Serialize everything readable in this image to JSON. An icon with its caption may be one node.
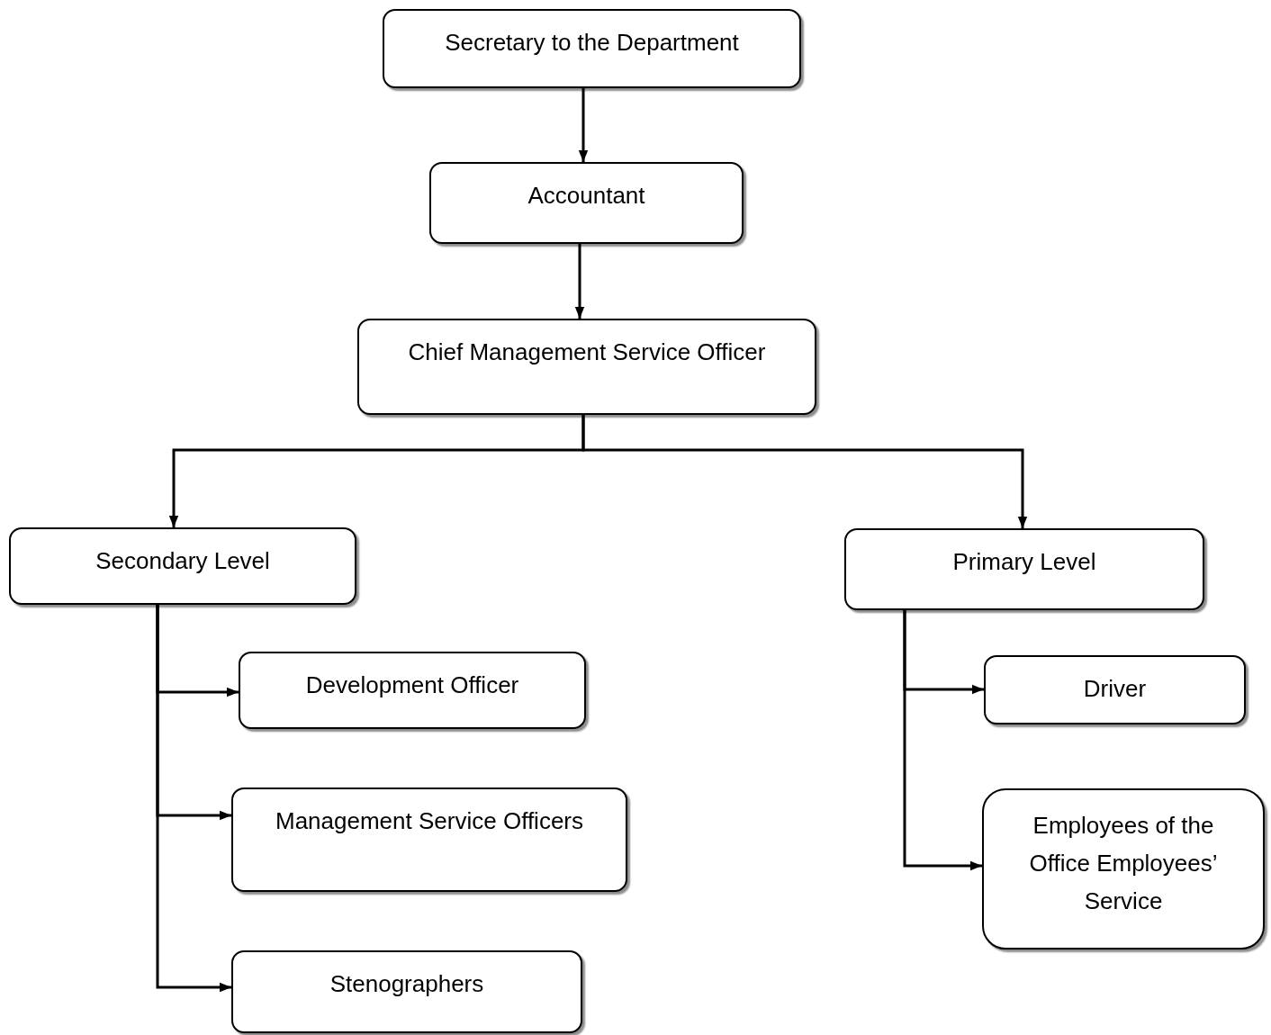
{
  "diagram": {
    "nodes": [
      {
        "text": [
          "Secretary to the Department"
        ]
      },
      {
        "text": [
          "Accountant"
        ]
      },
      {
        "text": [
          "Chief Management Service Officer"
        ]
      },
      {
        "text": [
          "Secondary Level"
        ]
      },
      {
        "text": [
          "Primary Level"
        ]
      },
      {
        "text": [
          "Development Officer"
        ]
      },
      {
        "text": [
          "Management Service Officers"
        ]
      },
      {
        "text": [
          "Stenographers"
        ]
      },
      {
        "text": [
          "Driver"
        ]
      },
      {
        "text": [
          "Employees of the Office Employees’ Service"
        ]
      }
    ],
    "edges": [
      {
        "from": 0,
        "to": 1,
        "arrow": "to"
      },
      {
        "from": 1,
        "to": 2,
        "arrow": "to"
      },
      {
        "from": 2,
        "to": 3,
        "arrow": "to"
      },
      {
        "from": 2,
        "to": 4,
        "arrow": "to"
      },
      {
        "from": 3,
        "to": 5,
        "arrow": "to"
      },
      {
        "from": 3,
        "to": 6,
        "arrow": "to"
      },
      {
        "from": 3,
        "to": 7,
        "arrow": "to"
      },
      {
        "from": 4,
        "to": 8,
        "arrow": "to"
      },
      {
        "from": 4,
        "to": 9,
        "arrow": "to"
      }
    ]
  }
}
